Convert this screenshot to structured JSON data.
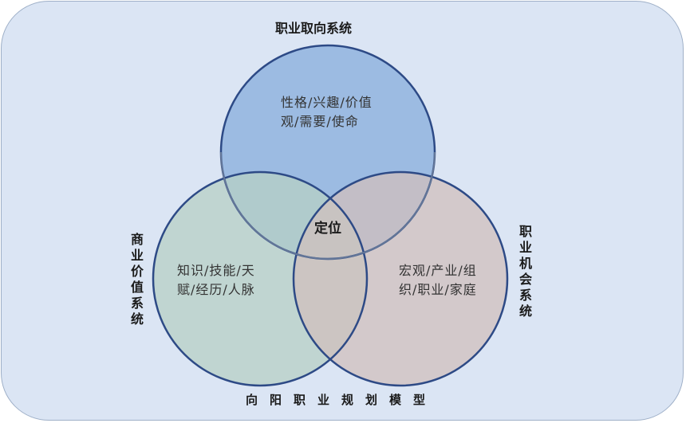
{
  "diagram": {
    "title": "向阳职业规划模型",
    "center_label": "定位",
    "circles": [
      {
        "name": "职业取向系统",
        "content": "性格/兴趣/价值观/需要/使命",
        "line1": "性格/兴趣/价值",
        "line2": "观/需要/使命",
        "color": "#a9c8ea"
      },
      {
        "name": "商业价值系统",
        "content": "知识/技能/天赋/经历/人脉",
        "line1": "知识/技能/天",
        "line2": "赋/经历/人脉",
        "color": "#d6e8cf"
      },
      {
        "name": "职业机会系统",
        "content": "宏观/产业/组织/职业/家庭",
        "line1": "宏观/产业/组",
        "line2": "织/职业/家庭",
        "color": "#f3d5c6"
      }
    ],
    "stroke_color": "#2d4a86",
    "background_color": "#dbe5f4"
  }
}
